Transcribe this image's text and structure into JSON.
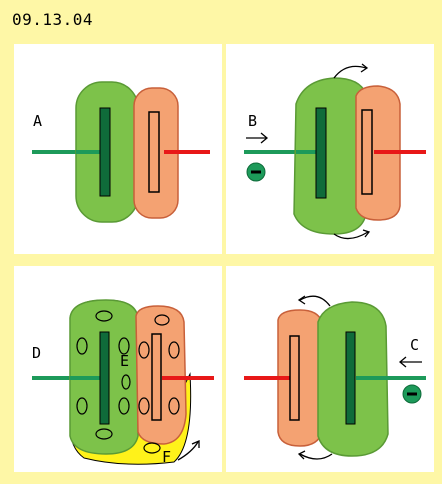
{
  "header": {
    "date": "09.13.04"
  },
  "labels": {
    "a": "A",
    "b": "B",
    "c": "C",
    "d": "D",
    "e": "E",
    "f": "F"
  },
  "colors": {
    "background": "#fef7a6",
    "panel": "#ffffff",
    "green_blob": "#7dc24a",
    "green_bar": "#0f6b3a",
    "orange_blob": "#f4a272",
    "red_bar": "#e81818",
    "green_line": "#1d9a5a",
    "yellow_fill": "#fff21a",
    "ion": "#1d9a5a"
  },
  "icons": {
    "negative_ion": "negative-ion-icon",
    "arrow": "arrow-icon",
    "rotation": "curved-arrow-icon"
  }
}
